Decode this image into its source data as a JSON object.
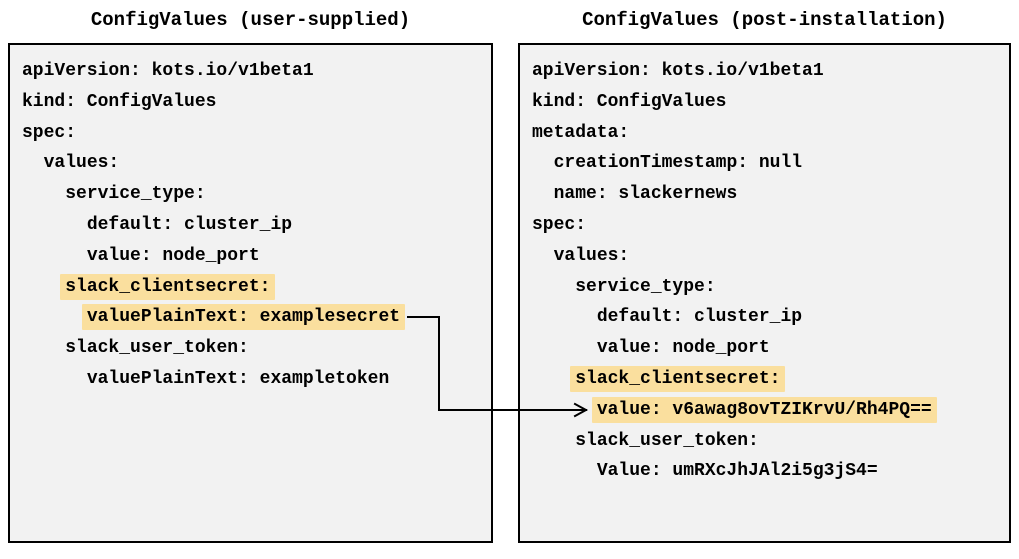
{
  "diagram": {
    "left": {
      "title": "ConfigValues (user-supplied)",
      "lines": [
        {
          "indent": "",
          "text": "apiVersion: kots.io/v1beta1",
          "highlight": false
        },
        {
          "indent": "",
          "text": "kind: ConfigValues",
          "highlight": false
        },
        {
          "indent": "",
          "text": "spec:",
          "highlight": false
        },
        {
          "indent": "  ",
          "text": "values:",
          "highlight": false
        },
        {
          "indent": "    ",
          "text": "service_type:",
          "highlight": false
        },
        {
          "indent": "      ",
          "text": "default: cluster_ip",
          "highlight": false
        },
        {
          "indent": "      ",
          "text": "value: node_port",
          "highlight": false
        },
        {
          "indent": "    ",
          "text": "slack_clientsecret:",
          "highlight": true
        },
        {
          "indent": "      ",
          "text": "valuePlainText: examplesecret",
          "highlight": true
        },
        {
          "indent": "    ",
          "text": "slack_user_token:",
          "highlight": false
        },
        {
          "indent": "      ",
          "text": "valuePlainText: exampletoken",
          "highlight": false
        }
      ]
    },
    "right": {
      "title": "ConfigValues (post-installation)",
      "lines": [
        {
          "indent": "",
          "text": "apiVersion: kots.io/v1beta1",
          "highlight": false
        },
        {
          "indent": "",
          "text": "kind: ConfigValues",
          "highlight": false
        },
        {
          "indent": "",
          "text": "metadata:",
          "highlight": false
        },
        {
          "indent": "  ",
          "text": "creationTimestamp: null",
          "highlight": false
        },
        {
          "indent": "  ",
          "text": "name: slackernews",
          "highlight": false
        },
        {
          "indent": "",
          "text": "spec:",
          "highlight": false
        },
        {
          "indent": "  ",
          "text": "values:",
          "highlight": false
        },
        {
          "indent": "    ",
          "text": "service_type:",
          "highlight": false
        },
        {
          "indent": "      ",
          "text": "default: cluster_ip",
          "highlight": false
        },
        {
          "indent": "      ",
          "text": "value: node_port",
          "highlight": false
        },
        {
          "indent": "    ",
          "text": "slack_clientsecret:",
          "highlight": true
        },
        {
          "indent": "      ",
          "text": "value: v6awag8ovTZIKrvU/Rh4PQ==",
          "highlight": true
        },
        {
          "indent": "    ",
          "text": "slack_user_token:",
          "highlight": false
        },
        {
          "indent": "      ",
          "text": "Value: umRXcJhJAl2i5g3jS4=",
          "highlight": false
        }
      ]
    },
    "arrow": {
      "from_text": "valuePlainText: examplesecret",
      "to_text": "value: v6awag8ovTZIKrvU/Rh4PQ=="
    },
    "colors": {
      "highlight": "#FADF9E",
      "box_background": "#F2F2F2",
      "border": "#000000",
      "text": "#000000"
    }
  }
}
